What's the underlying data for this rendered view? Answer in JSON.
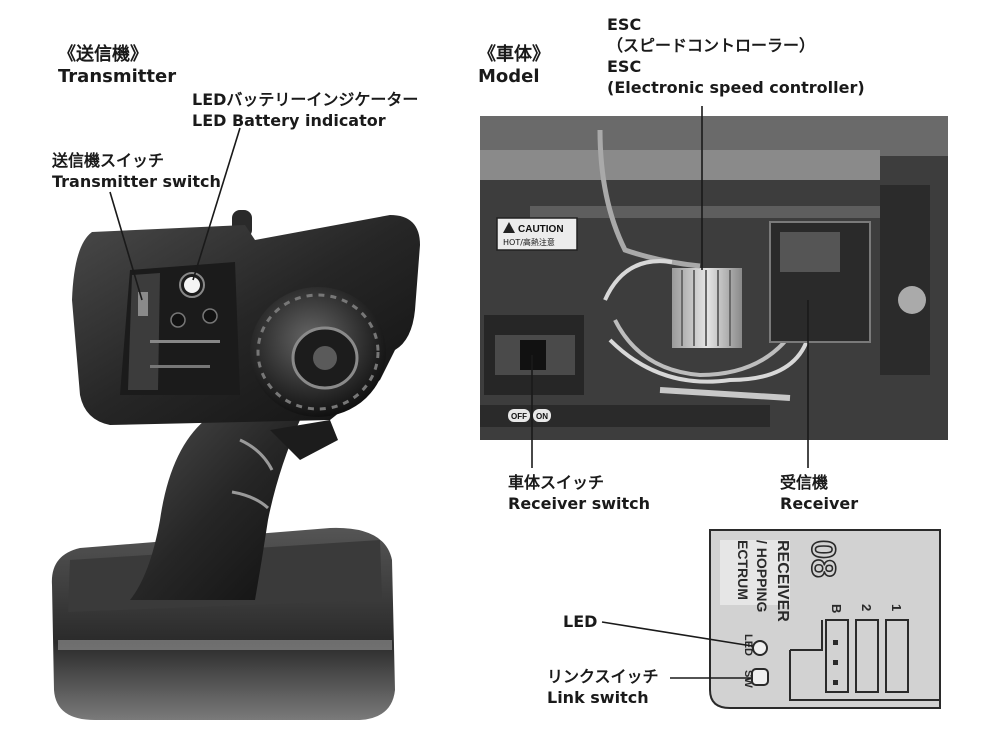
{
  "transmitter_heading": {
    "ja": "《送信機》",
    "en": "Transmitter"
  },
  "model_heading": {
    "ja": "《車体》",
    "en": "Model"
  },
  "labels": {
    "led_battery": {
      "ja": "LEDバッテリーインジケーター",
      "en": "LED Battery indicator"
    },
    "transmitter_switch": {
      "ja": "送信機スイッチ",
      "en": "Transmitter switch"
    },
    "esc": {
      "ja_line1": "ESC",
      "ja_line2": "（スピードコントローラー）",
      "en_line1": "ESC",
      "en_line2": "(Electronic speed controller)"
    },
    "receiver_switch": {
      "ja": "車体スイッチ",
      "en": "Receiver switch"
    },
    "receiver": {
      "ja": "受信機",
      "en": "Receiver"
    },
    "led": {
      "en": "LED"
    },
    "link_switch": {
      "ja": "リンクスイッチ",
      "en": "Link switch"
    }
  },
  "photo_text": {
    "caution": "CAUTION",
    "hot_warning": "HOT/高熱注意",
    "off": "OFF",
    "on": "ON",
    "receiver_print": "RECEIVER",
    "hopping": "/ HOPPING",
    "spectrum": "ECTRUM",
    "model_code": "08",
    "port_b": "B",
    "port_2": "2",
    "port_1": "1",
    "led_print": "LED",
    "sw_print": "SW"
  },
  "colors": {
    "ink": "#1a1a1a",
    "photo_dark": "#262626",
    "photo_mid": "#6e6e6e",
    "photo_light": "#bdbdbd"
  }
}
